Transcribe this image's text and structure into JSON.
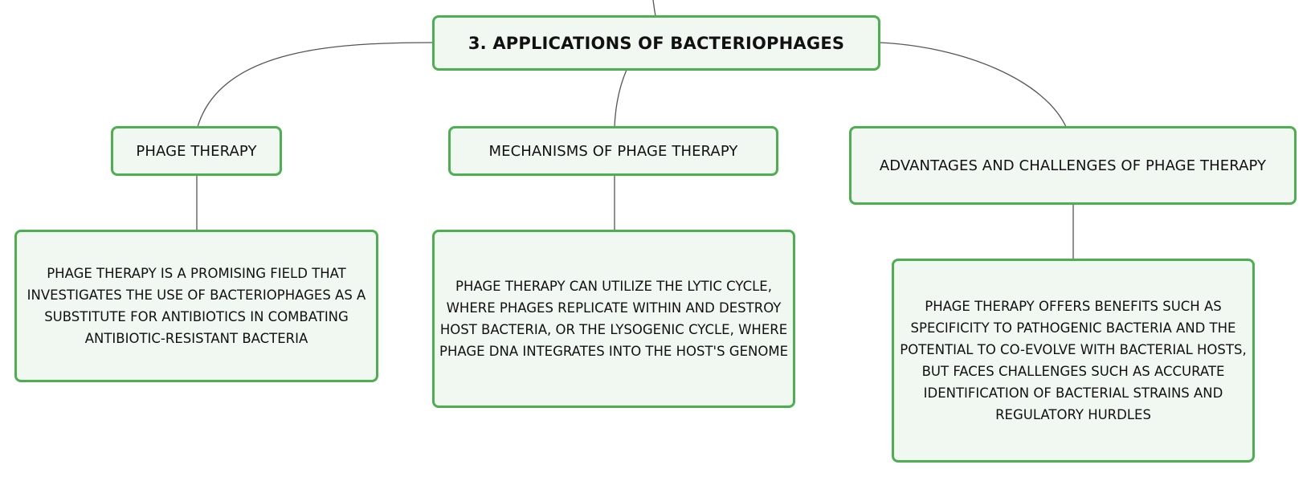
{
  "diagram": {
    "root": {
      "label": "3. APPLICATIONS OF BACTERIOPHAGES"
    },
    "topics": [
      {
        "label": "PHAGE THERAPY",
        "detail": "PHAGE THERAPY IS A PROMISING FIELD THAT INVESTIGATES THE USE OF BACTERIOPHAGES AS A SUBSTITUTE FOR ANTIBIOTICS IN COMBATING ANTIBIOTIC-RESISTANT BACTERIA"
      },
      {
        "label": "MECHANISMS OF PHAGE THERAPY",
        "detail": "PHAGE THERAPY CAN UTILIZE THE LYTIC CYCLE, WHERE PHAGES REPLICATE WITHIN AND DESTROY HOST BACTERIA, OR THE LYSOGENIC CYCLE, WHERE PHAGE DNA INTEGRATES INTO THE HOST'S GENOME"
      },
      {
        "label": "ADVANTAGES AND CHALLENGES OF PHAGE THERAPY",
        "detail": "PHAGE THERAPY OFFERS BENEFITS SUCH AS SPECIFICITY TO PATHOGENIC BACTERIA AND THE POTENTIAL TO CO-EVOLVE WITH BACTERIAL HOSTS, BUT FACES CHALLENGES SUCH AS ACCURATE IDENTIFICATION OF BACTERIAL STRAINS AND REGULATORY HURDLES"
      }
    ],
    "colors": {
      "node_border": "#4caf50",
      "node_fill": "#f1f8f2",
      "connector": "#555555",
      "text": "#111111"
    }
  }
}
